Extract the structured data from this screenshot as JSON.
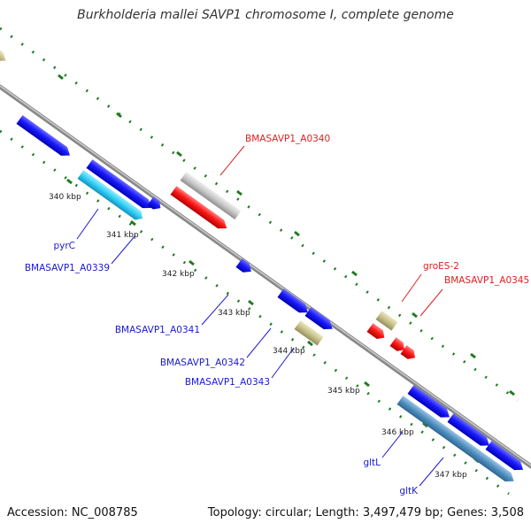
{
  "title": "Burkholderia mallei SAVP1 chromosome I, complete genome",
  "footer": {
    "accession": "Accession: NC_008785",
    "summary": "Topology: circular; Length: 3,497,479 bp; Genes: 3,508"
  },
  "colors": {
    "backbone": "#8a8a8a",
    "tick": "#1f7a1f",
    "gene_blue": "#1a1aff",
    "gene_red": "#ff1a1a",
    "gene_cyan": "#2fd0f5",
    "gene_steel": "#4f8fc0",
    "gene_khaki": "#c8c08a",
    "gene_gray": "#c8c8c8",
    "label_blue": "#1a1ad0",
    "label_red": "#e02020",
    "tick_label": "#222222"
  },
  "kbp_labels": [
    "340 kbp",
    "341 kbp",
    "342 kbp",
    "343 kbp",
    "344 kbp",
    "345 kbp",
    "346 kbp",
    "347 kbp"
  ],
  "gene_labels": {
    "pyrC": "pyrC",
    "a0339": "BMASAVP1_A0339",
    "a0340": "BMASAVP1_A0340",
    "a0341": "BMASAVP1_A0341",
    "a0342": "BMASAVP1_A0342",
    "a0343": "BMASAVP1_A0343",
    "groES2": "groES-2",
    "a0345": "BMASAVP1_A0345",
    "gltL": "gltL",
    "gltK": "gltK"
  }
}
